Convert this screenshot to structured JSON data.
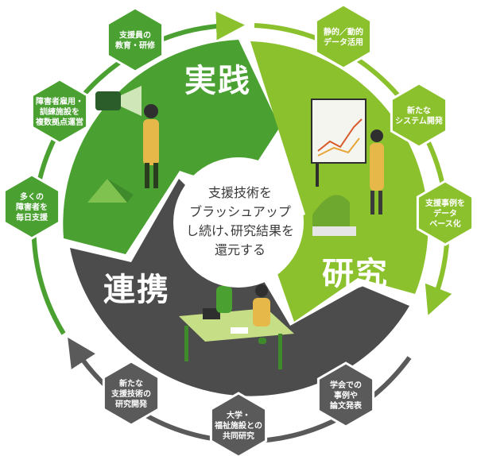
{
  "sections": {
    "practice": {
      "label": "実践",
      "color": "#4aa132"
    },
    "research": {
      "label": "研究",
      "color": "#8cc12e"
    },
    "collaboration": {
      "label": "連携",
      "color": "#4c4c4c"
    }
  },
  "center": {
    "lines": [
      "支援技術を",
      "ブラッシュアップ",
      "し続け､研究結果を",
      "還元する"
    ]
  },
  "practice_items": [
    [
      "支援員の",
      "教育・研修"
    ],
    [
      "障害者雇用・",
      "訓練施設を",
      "複数拠点運営"
    ],
    [
      "多くの",
      "障害者を",
      "毎日支援"
    ]
  ],
  "research_items": [
    [
      "静的／動的",
      "データ活用"
    ],
    [
      "新たな",
      "システム開発"
    ],
    [
      "支援事例を",
      "データ",
      "ベース化"
    ]
  ],
  "collaboration_items": [
    [
      "学会での",
      "事例や",
      "論文発表"
    ],
    [
      "大学・",
      "福祉施設との",
      "共同研究"
    ],
    [
      "新たな",
      "支援技術の",
      "研究開発"
    ]
  ]
}
